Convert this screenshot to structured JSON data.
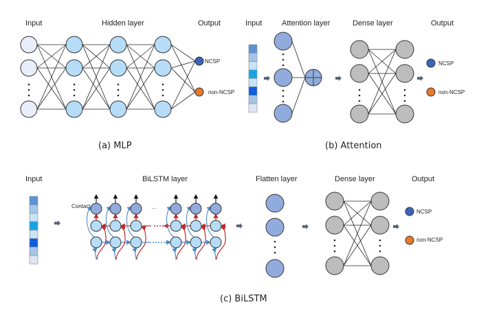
{
  "colors": {
    "input_node": "#e8eefa",
    "hidden_node": "#b6dcf7",
    "attn_node": "#91abdc",
    "dense_node": "#bdbdbd",
    "ncsp": "#3a64b8",
    "non_ncsp": "#e67a2e",
    "forward_arrow": "#4a8ac8",
    "backward_arrow": "#c0282a",
    "lstm_node": "#b6dcf7",
    "lstm_out_node": "#91abdc",
    "block_arrow": "#5a6578"
  },
  "input_vector_colors": [
    "#5b93d6",
    "#a6c4e6",
    "#c8e2f7",
    "#16a6e4",
    "#c8e2f7",
    "#0d5fe0",
    "#a6c4e6",
    "#dde6f2"
  ],
  "mlp": {
    "labels": {
      "input": "Input",
      "hidden": "Hidden layer",
      "output": "Output"
    },
    "outputs": {
      "class1": "NCSP",
      "class2": "non-NCSP"
    },
    "caption": "(a) MLP"
  },
  "attention": {
    "labels": {
      "input": "Input",
      "attention": "Attention layer",
      "dense": "Dense layer",
      "output": "Output"
    },
    "outputs": {
      "class1": "NCSP",
      "class2": "non-NCSP"
    },
    "caption": "(b) Attention"
  },
  "bilstm": {
    "labels": {
      "input": "Input",
      "bilstm": "BiLSTM layer",
      "flatten": "Flatten layer",
      "dense": "Dense layer",
      "output": "Output",
      "contact": "Contact",
      "ellipsis": "···"
    },
    "outputs": {
      "class1": "NCSP",
      "class2": "non-NCSP"
    },
    "caption": "(c) BiLSTM"
  }
}
